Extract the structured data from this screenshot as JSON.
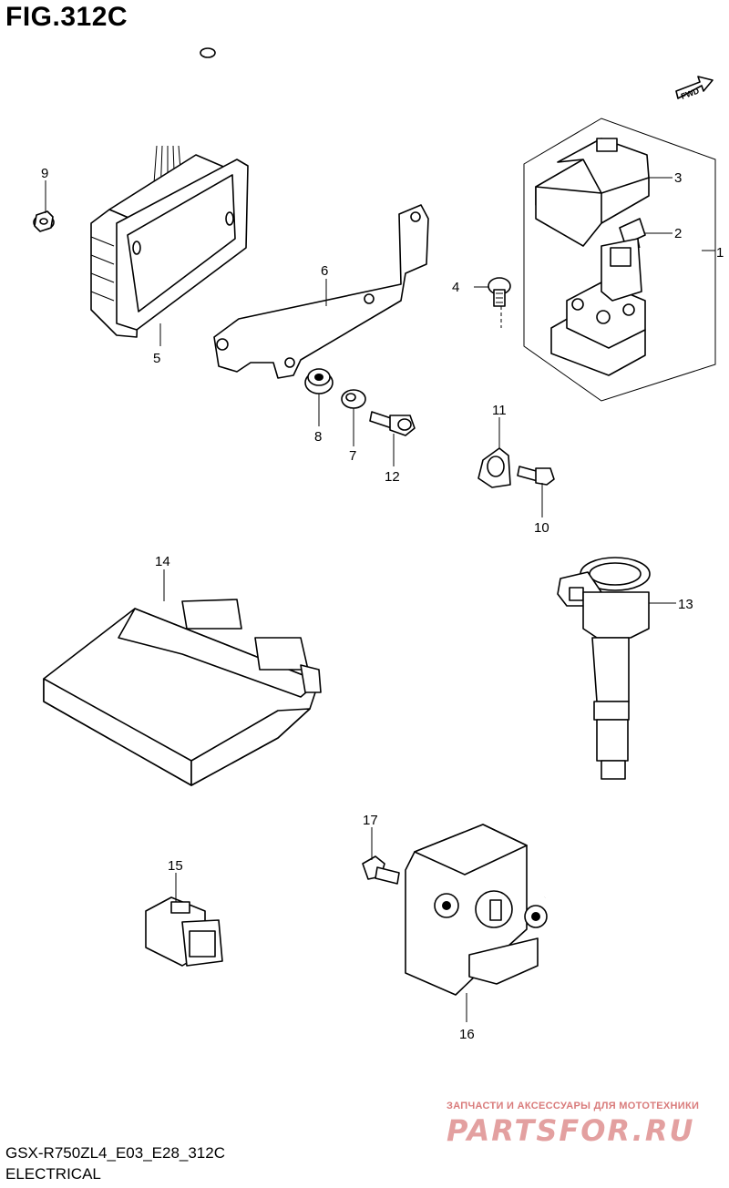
{
  "figure": {
    "title": "FIG.312C",
    "model_code": "GSX-R750ZL4_E03_E28_312C",
    "section": "ELECTRICAL",
    "direction_label": "FWD"
  },
  "callouts": [
    "1",
    "2",
    "3",
    "4",
    "5",
    "6",
    "7",
    "8",
    "9",
    "10",
    "11",
    "12",
    "13",
    "14",
    "15",
    "16",
    "17"
  ],
  "watermark": {
    "subtitle": "ЗАПЧАСТИ И АКСЕССУАРЫ ДЛЯ МОТОТЕХНИКИ",
    "brand": "PARTSFOR.RU"
  }
}
